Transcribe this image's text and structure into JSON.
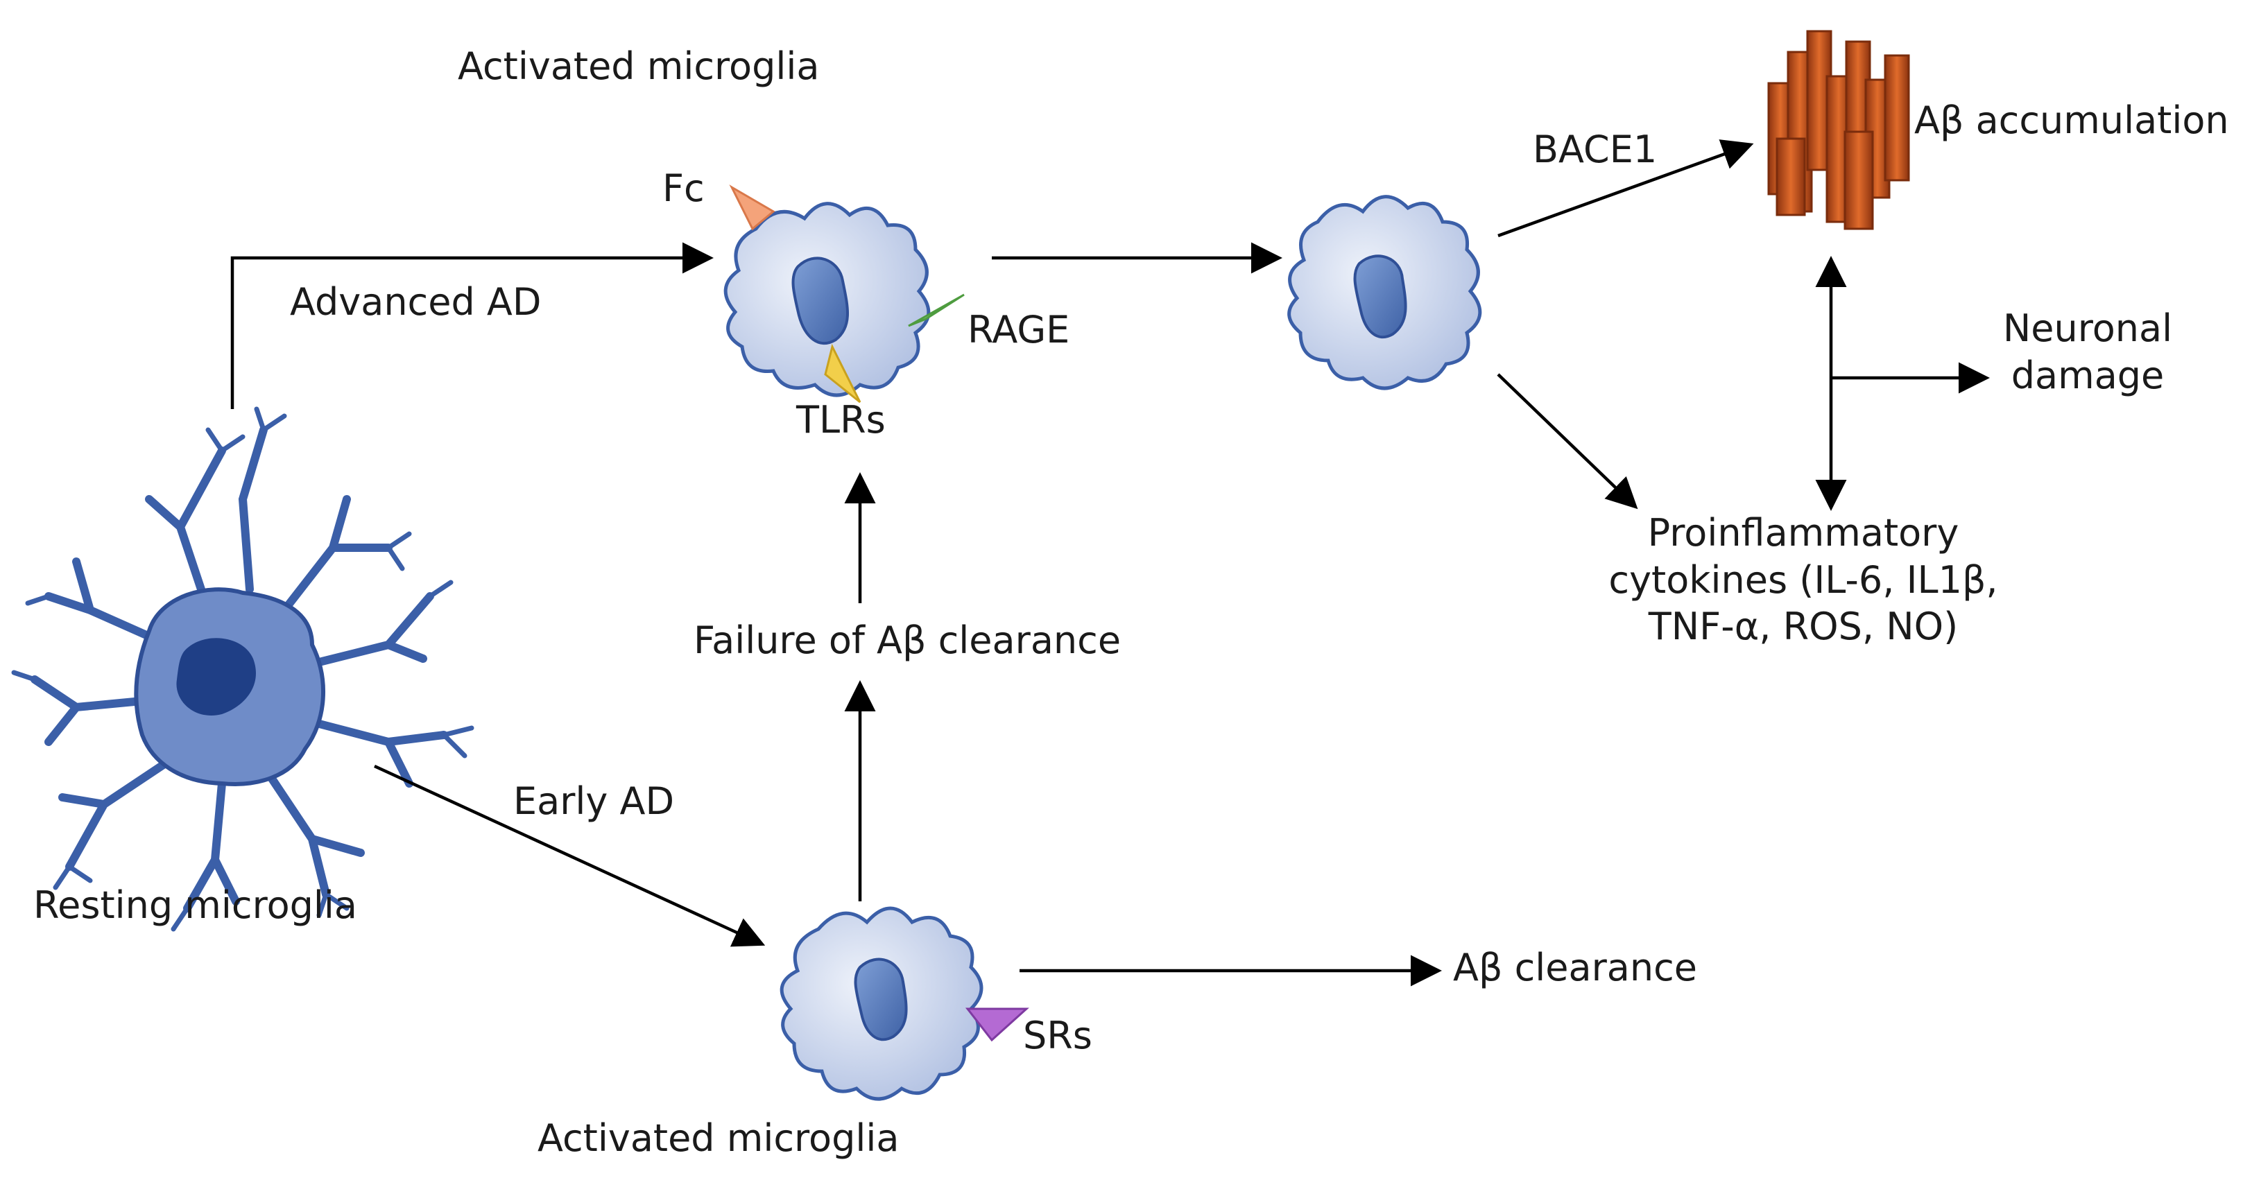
{
  "labels": {
    "activated_top": "Activated microglia",
    "activated_bottom": "Activated microglia",
    "advanced_ad": "Advanced AD",
    "early_ad": "Early AD",
    "resting": "Resting microglia",
    "failure_clearance": "Failure of Aβ clearance",
    "clearance": "Aβ clearance",
    "bace1": "BACE1",
    "accumulation": "Aβ accumulation",
    "neuronal_line1": "Neuronal",
    "neuronal_line2": "damage",
    "cytokines_line1": "Proinflammatory",
    "cytokines_line2": "cytokines (IL-6, IL1β,",
    "cytokines_line3": "TNF-α, ROS, NO)"
  },
  "receptors": {
    "fc": "Fc",
    "rage": "RAGE",
    "tlrs": "TLRs",
    "srs": "SRs"
  },
  "colors": {
    "cell_fill": "#c9d3ea",
    "cell_stroke": "#3b5fa8",
    "nucleus_fill": "#5478b8",
    "resting_fill": "#6f8cc8",
    "resting_nucleus": "#1f3f86",
    "fc_receptor": "#f4a37a",
    "rage_receptor": "#8bcf7a",
    "tlrs_receptor": "#f2cf4a",
    "srs_receptor": "#b46ad3",
    "plaque": "#c8541b",
    "arrow": "#000000"
  }
}
